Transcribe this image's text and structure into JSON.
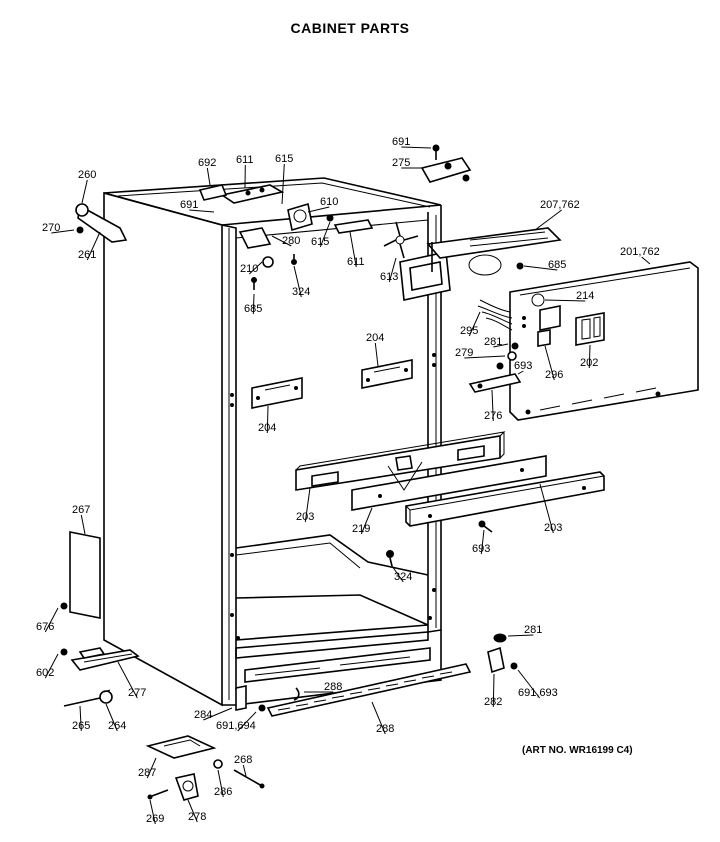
{
  "title": "CABINET PARTS",
  "art_number": "(ART NO. WR16199 C4)",
  "callouts": [
    {
      "id": "c-691-top",
      "text": "691"
    },
    {
      "id": "c-275",
      "text": "275"
    },
    {
      "id": "c-692",
      "text": "692"
    },
    {
      "id": "c-611-a",
      "text": "611"
    },
    {
      "id": "c-615-a",
      "text": "615"
    },
    {
      "id": "c-260",
      "text": "260"
    },
    {
      "id": "c-691-b",
      "text": "691"
    },
    {
      "id": "c-610",
      "text": "610"
    },
    {
      "id": "c-207-762",
      "text": "207,762"
    },
    {
      "id": "c-270",
      "text": "270"
    },
    {
      "id": "c-280",
      "text": "280"
    },
    {
      "id": "c-615-b",
      "text": "615"
    },
    {
      "id": "c-261",
      "text": "261"
    },
    {
      "id": "c-210",
      "text": "210"
    },
    {
      "id": "c-611-b",
      "text": "611"
    },
    {
      "id": "c-613",
      "text": "613"
    },
    {
      "id": "c-201-762",
      "text": "201,762"
    },
    {
      "id": "c-685-a",
      "text": "685"
    },
    {
      "id": "c-324-a",
      "text": "324"
    },
    {
      "id": "c-685-b",
      "text": "685"
    },
    {
      "id": "c-214",
      "text": "214"
    },
    {
      "id": "c-295",
      "text": "295"
    },
    {
      "id": "c-204-a",
      "text": "204"
    },
    {
      "id": "c-281-a",
      "text": "281"
    },
    {
      "id": "c-279",
      "text": "279"
    },
    {
      "id": "c-693-a",
      "text": "693"
    },
    {
      "id": "c-202",
      "text": "202"
    },
    {
      "id": "c-296",
      "text": "296"
    },
    {
      "id": "c-204-b",
      "text": "204"
    },
    {
      "id": "c-276",
      "text": "276"
    },
    {
      "id": "c-203-a",
      "text": "203"
    },
    {
      "id": "c-219",
      "text": "219"
    },
    {
      "id": "c-203-b",
      "text": "203"
    },
    {
      "id": "c-267",
      "text": "267"
    },
    {
      "id": "c-693-b",
      "text": "693"
    },
    {
      "id": "c-324-b",
      "text": "324"
    },
    {
      "id": "c-676",
      "text": "676"
    },
    {
      "id": "c-281-b",
      "text": "281"
    },
    {
      "id": "c-602",
      "text": "602"
    },
    {
      "id": "c-277",
      "text": "277"
    },
    {
      "id": "c-288-a",
      "text": "288"
    },
    {
      "id": "c-282",
      "text": "282"
    },
    {
      "id": "c-691-693",
      "text": "691,693"
    },
    {
      "id": "c-265",
      "text": "265"
    },
    {
      "id": "c-264",
      "text": "264"
    },
    {
      "id": "c-284",
      "text": "284"
    },
    {
      "id": "c-691-694",
      "text": "691,694"
    },
    {
      "id": "c-288-b",
      "text": "288"
    },
    {
      "id": "c-287",
      "text": "287"
    },
    {
      "id": "c-268",
      "text": "268"
    },
    {
      "id": "c-286",
      "text": "286"
    },
    {
      "id": "c-269",
      "text": "269"
    },
    {
      "id": "c-278",
      "text": "278"
    }
  ]
}
